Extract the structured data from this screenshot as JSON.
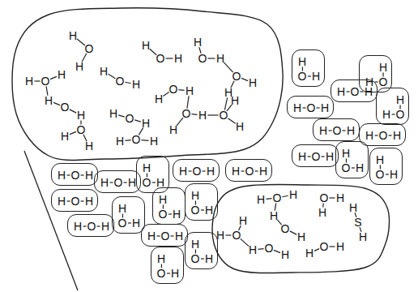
{
  "diagram": {
    "nodes": [
      {
        "text": [
          "H",
          "O",
          "H",
          "H",
          "O",
          "H",
          "H",
          "O",
          "H",
          "H",
          "O",
          "H",
          "H",
          "O",
          "H",
          "H",
          "O",
          "H",
          "H",
          "O",
          "H",
          "H",
          "O",
          "H",
          "H",
          "O",
          "H",
          "H",
          "O",
          "H",
          "H",
          "O",
          "H",
          "H",
          "O",
          "H",
          "H",
          "O",
          "H"
        ]
      },
      {
        "text": [
          "H",
          "O",
          "H"
        ]
      },
      {
        "text": [
          "H",
          "O",
          "H"
        ]
      },
      {
        "text": [
          "H",
          "O",
          "H"
        ]
      },
      {
        "text": [
          "H",
          "O",
          "H"
        ]
      },
      {
        "text": [
          "H",
          "O",
          "H"
        ]
      },
      {
        "text": [
          "H",
          "O",
          "H"
        ]
      },
      {
        "text": [
          "H",
          "O",
          "H"
        ]
      },
      {
        "text": [
          "H",
          "O",
          "H"
        ]
      },
      {
        "text": [
          "H",
          "O",
          "H"
        ]
      },
      {
        "text": [
          "H",
          "O",
          "H"
        ]
      },
      {
        "text": [
          "H",
          "O",
          "H"
        ]
      },
      {
        "text": [
          "H",
          "O",
          "H"
        ]
      },
      {
        "text": [
          "H",
          "O",
          "H"
        ]
      },
      {
        "text": [
          "H",
          "O",
          "H"
        ]
      },
      {
        "text": [
          "H",
          "O",
          "H"
        ]
      },
      {
        "text": [
          "H",
          "O",
          "H"
        ]
      },
      {
        "text": [
          "H",
          "O",
          "H"
        ]
      },
      {
        "text": [
          "H",
          "O",
          "H"
        ]
      },
      {
        "text": [
          "H",
          "O",
          "H"
        ]
      },
      {
        "text": [
          "H",
          "O",
          "H"
        ]
      },
      {
        "text": [
          "H",
          "O",
          "H"
        ]
      },
      {
        "text": [
          "H",
          "O",
          "H"
        ]
      },
      {
        "text": [
          "H",
          "O",
          "H"
        ]
      },
      {
        "text": [
          "H",
          "O",
          "H",
          "H",
          "O",
          "H",
          "H",
          "S",
          "H",
          "H",
          "O",
          "H",
          "H",
          "O",
          "H",
          "H",
          "O",
          "H",
          "H",
          "O",
          "H"
        ]
      }
    ]
  }
}
